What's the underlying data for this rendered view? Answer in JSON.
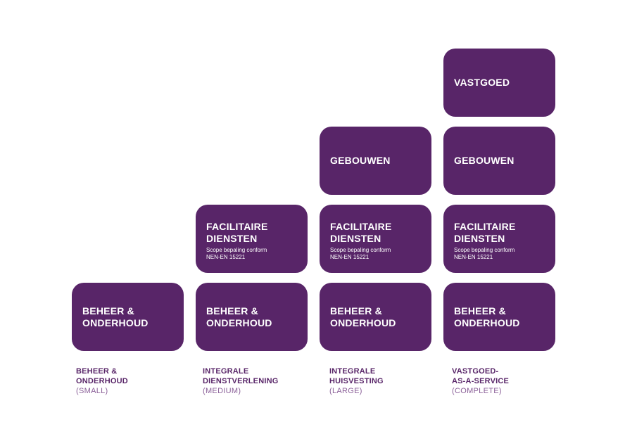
{
  "colors": {
    "block": "#582568",
    "caption_title": "#582568",
    "caption_size": "#8a5f98"
  },
  "columns": [
    {
      "blocks": {
        "beheer": "BEHEER &\nONDERHOUD"
      },
      "caption": {
        "title": "BEHEER &\nONDERHOUD",
        "size": "(SMALL)"
      }
    },
    {
      "blocks": {
        "facilitaire": "FACILITAIRE\nDIENSTEN",
        "facilitaire_sub": "Scope bepaling conform\nNEN-EN 15221",
        "beheer": "BEHEER &\nONDERHOUD"
      },
      "caption": {
        "title": "INTEGRALE\nDIENSTVERLENING",
        "size": "(MEDIUM)"
      }
    },
    {
      "blocks": {
        "gebouwen": "GEBOUWEN",
        "facilitaire": "FACILITAIRE\nDIENSTEN",
        "facilitaire_sub": "Scope bepaling conform\nNEN-EN 15221",
        "beheer": "BEHEER &\nONDERHOUD"
      },
      "caption": {
        "title": "INTEGRALE\nHUISVESTING",
        "size": "(LARGE)"
      }
    },
    {
      "blocks": {
        "vastgoed": "VASTGOED",
        "gebouwen": "GEBOUWEN",
        "facilitaire": "FACILITAIRE\nDIENSTEN",
        "facilitaire_sub": "Scope bepaling conform\nNEN-EN 15221",
        "beheer": "BEHEER &\nONDERHOUD"
      },
      "caption": {
        "title": "VASTGOED-\nAS-A-SERVICE",
        "size": "(COMPLETE)"
      }
    }
  ]
}
